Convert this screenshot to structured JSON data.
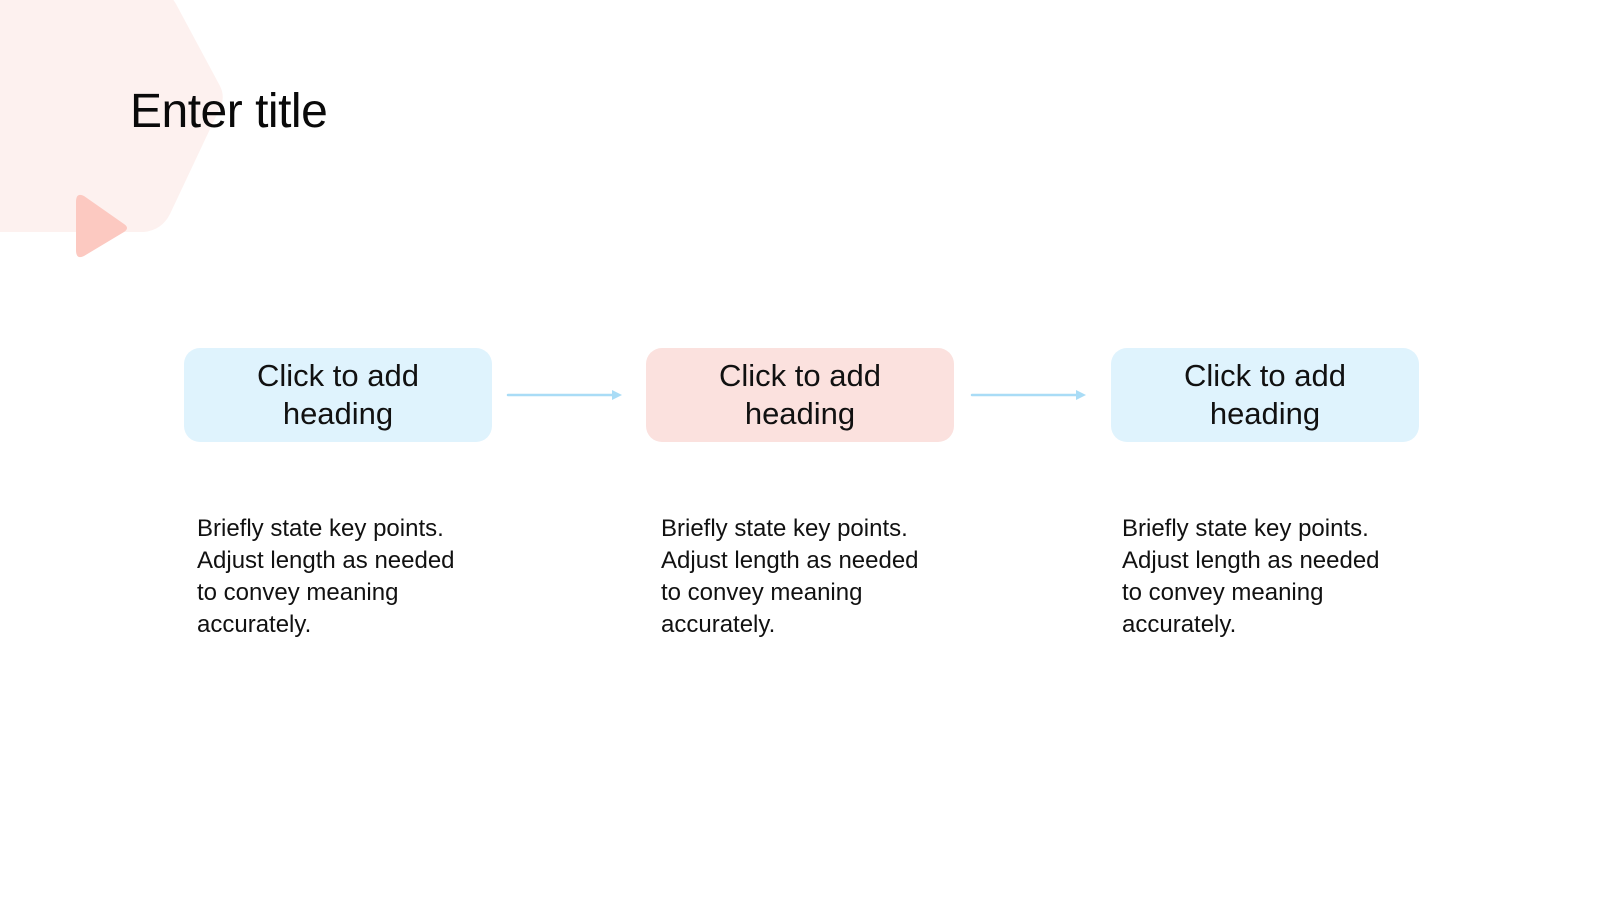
{
  "slide": {
    "title": "Enter title",
    "steps": [
      {
        "heading": "Click to add heading",
        "description": "Briefly state key points.\nAdjust length as needed\nto convey meaning\naccurately.",
        "color": "#dff3fd"
      },
      {
        "heading": "Click to add heading",
        "description": "Briefly state key points.\nAdjust length as needed\nto convey meaning\naccurately.",
        "color": "#fbe1de"
      },
      {
        "heading": "Click to add heading",
        "description": "Briefly state key points.\nAdjust length as needed\nto convey meaning\naccurately.",
        "color": "#dff3fd"
      }
    ],
    "arrow_icon": "arrow-right-icon",
    "decoration_icon": "play-triangle-icon"
  },
  "colors": {
    "accent_blue": "#dff3fd",
    "accent_pink": "#fbe1de",
    "arrow": "#a9dcf6",
    "decor_hex": "#fdf1ef",
    "decor_triangle": "#fcc9c1"
  }
}
